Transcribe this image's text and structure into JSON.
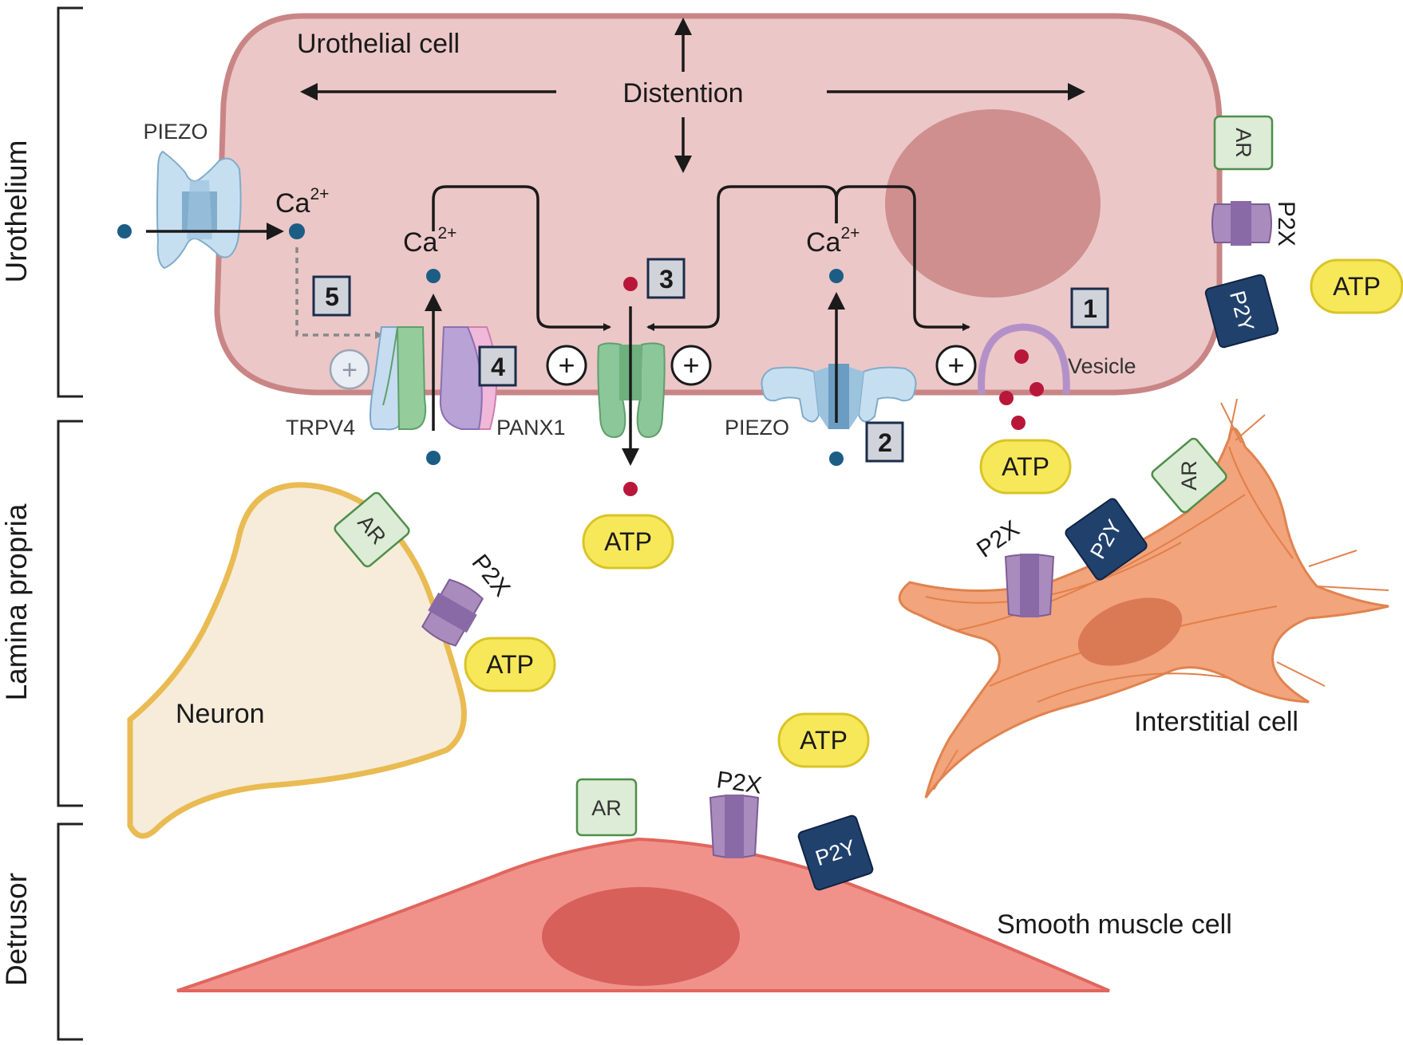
{
  "figure": {
    "layers": {
      "urothelium": "Urothelium",
      "lamina_propria": "Lamina propria",
      "detrusor": "Detrusor"
    },
    "cells": {
      "urothelial": "Urothelial cell",
      "neuron": "Neuron",
      "interstitial": "Interstitial cell",
      "smooth_muscle": "Smooth muscle cell"
    },
    "distention": "Distention",
    "channels": {
      "piezo_left": "PIEZO",
      "piezo_right": "PIEZO",
      "trpv4": "TRPV4",
      "panx1": "PANX1",
      "vesicle": "Vesicle"
    },
    "ions": {
      "ca_base": "Ca",
      "ca_sup": "2+"
    },
    "plus": "+",
    "steps": [
      "1",
      "2",
      "3",
      "4",
      "5"
    ],
    "receptors": {
      "ar": "AR",
      "p2x": "P2X",
      "p2y": "P2Y"
    },
    "atp": "ATP",
    "colors": {
      "urothelial_fill": "#ecc7c7",
      "urothelial_stroke": "#c98585",
      "nucleus": "#cf8f8f",
      "neuron_fill": "#f6ecd9",
      "neuron_stroke": "#e9bb52",
      "interstitial_fill": "#f2a47c",
      "smooth_muscle_fill": "#f0928a",
      "atp_fill": "#f7e85a",
      "ar_fill": "#dcecd6",
      "p2y_fill": "#21416d",
      "p2x_fill": "#a98bbd",
      "calcium_ion": "#1c5d86",
      "atp_molecule": "#b8173a"
    }
  }
}
